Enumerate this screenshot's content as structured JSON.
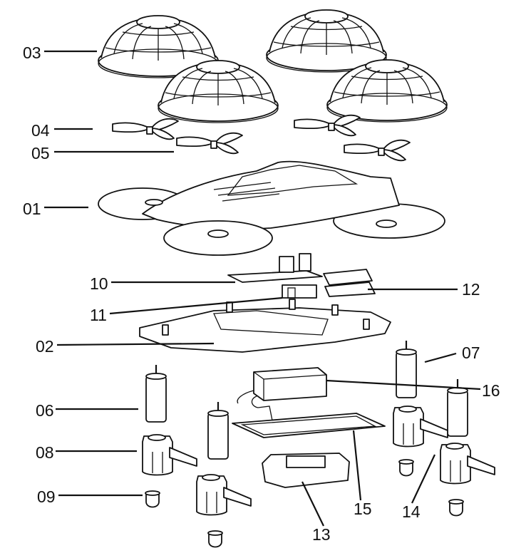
{
  "labels": {
    "p01": "01",
    "p02": "02",
    "p03": "03",
    "p04": "04",
    "p05": "05",
    "p06": "06",
    "p07": "07",
    "p08": "08",
    "p09": "09",
    "p10": "10",
    "p11": "11",
    "p12": "12",
    "p13": "13",
    "p14": "14",
    "p15": "15",
    "p16": "16"
  }
}
